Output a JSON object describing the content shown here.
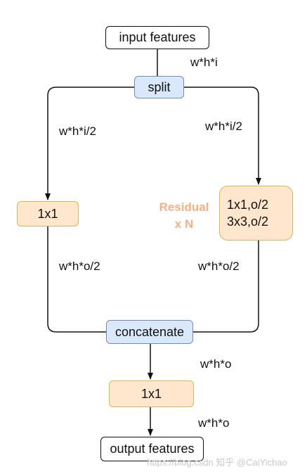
{
  "nodes": {
    "input": "input features",
    "split": "split",
    "conv_left": "1x1",
    "residual_line1": "1x1,o/2",
    "residual_line2": "3x3,o/2",
    "concatenate": "concatenate",
    "conv_bottom": "1x1",
    "output": "output features"
  },
  "labels": {
    "after_input": "w*h*i",
    "left_split": "w*h*i/2",
    "right_split": "w*h*i/2",
    "left_out": "w*h*o/2",
    "right_out": "w*h*o/2",
    "after_concat": "w*h*o",
    "after_conv": "w*h*o"
  },
  "residual": {
    "line1": "Residual",
    "line2": "x N"
  },
  "watermark": "https://blog.csdn 知乎 @CaiYichao"
}
